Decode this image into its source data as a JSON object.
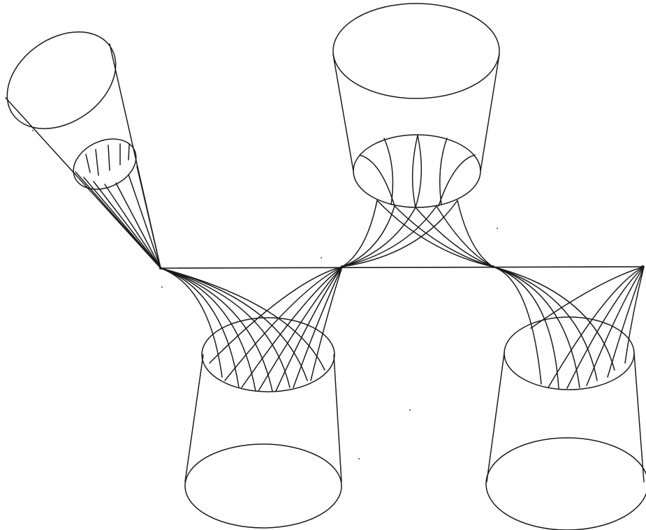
{
  "diagram": {
    "kind": "line-drawing",
    "colors": {
      "background": "#ffffff",
      "ink": "#1a1a1a"
    },
    "light_cone_count": 4,
    "light_cones": [
      {
        "id": "upper-left"
      },
      {
        "id": "top-center"
      },
      {
        "id": "bottom-left"
      },
      {
        "id": "bottom-right"
      }
    ],
    "points": [
      "left-point",
      "center-point",
      "right-point",
      "far-right-point"
    ]
  }
}
